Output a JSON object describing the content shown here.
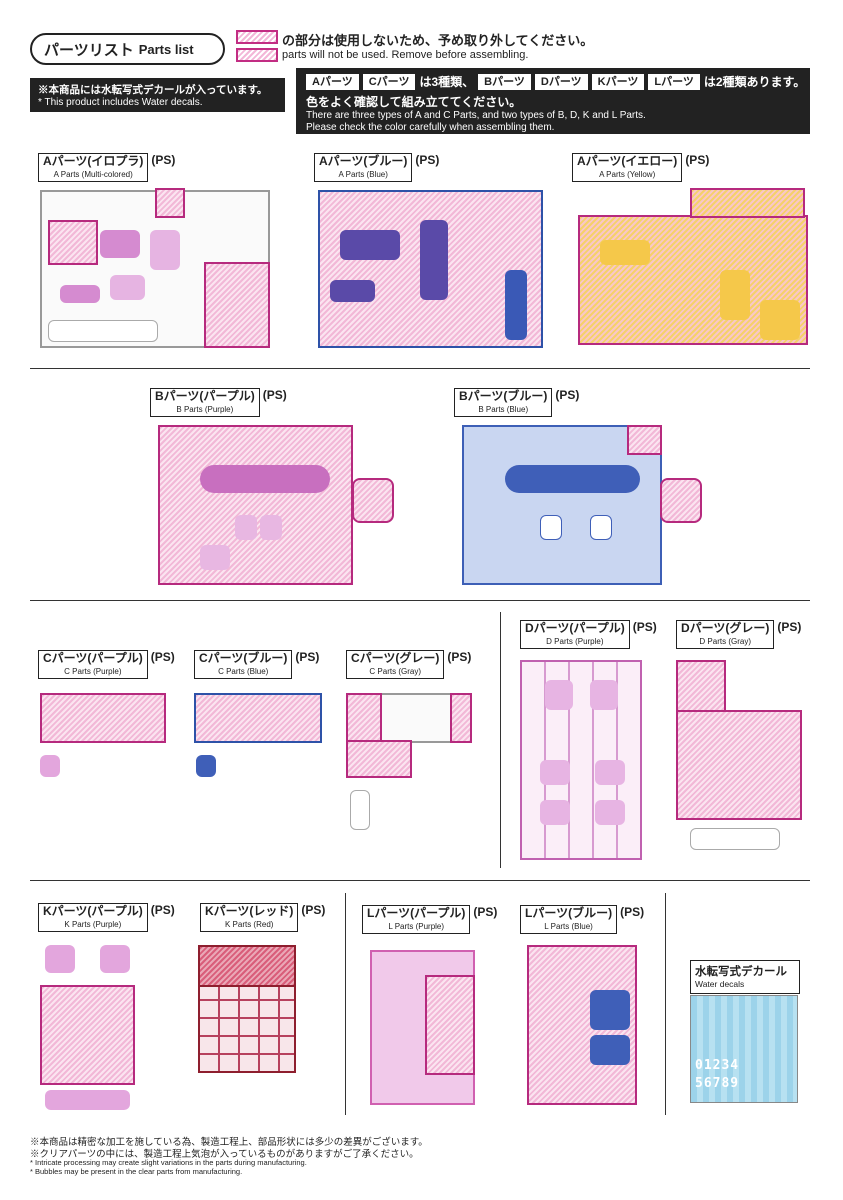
{
  "header": {
    "title_jp": "パーツリスト",
    "title_en": "Parts list",
    "legend_jp": "の部分は使用しないため、予め取り外してください。",
    "legend_en": "parts will not be used. Remove before assembling.",
    "water_note_jp": "※本商品には水転写式デカールが入っています。",
    "water_note_en": "* This product includes Water decals.",
    "type_chips": [
      "Aパーツ",
      "Cパーツ",
      "Bパーツ",
      "Dパーツ",
      "Kパーツ",
      "Lパーツ"
    ],
    "type_text_1": "は3種類、",
    "type_text_2": "は2種類あります。",
    "type_line2": "色をよく確認して組み立ててください。",
    "type_en_1": "There are three types of A and C Parts, and two types of B, D, K and L Parts.",
    "type_en_2": "Please check the color carefully when assembling them."
  },
  "ps": "(PS)",
  "sections": {
    "a1": {
      "jp": "Aパーツ(イロプラ)",
      "en": "A Parts (Multi-colored)"
    },
    "a2": {
      "jp": "Aパーツ(ブルー)",
      "en": "A Parts (Blue)"
    },
    "a3": {
      "jp": "Aパーツ(イエロー)",
      "en": "A Parts (Yellow)"
    },
    "b1": {
      "jp": "Bパーツ(パープル)",
      "en": "B Parts (Purple)"
    },
    "b2": {
      "jp": "Bパーツ(ブルー)",
      "en": "B Parts (Blue)"
    },
    "c1": {
      "jp": "Cパーツ(パープル)",
      "en": "C Parts (Purple)"
    },
    "c2": {
      "jp": "Cパーツ(ブルー)",
      "en": "C Parts (Blue)"
    },
    "c3": {
      "jp": "Cパーツ(グレー)",
      "en": "C Parts (Gray)"
    },
    "d1": {
      "jp": "Dパーツ(パープル)",
      "en": "D Parts (Purple)"
    },
    "d2": {
      "jp": "Dパーツ(グレー)",
      "en": "D Parts (Gray)"
    },
    "k1": {
      "jp": "Kパーツ(パープル)",
      "en": "K Parts (Purple)"
    },
    "k2": {
      "jp": "Kパーツ(レッド)",
      "en": "K Parts (Red)"
    },
    "l1": {
      "jp": "Lパーツ(パープル)",
      "en": "L Parts (Purple)"
    },
    "l2": {
      "jp": "Lパーツ(ブルー)",
      "en": "L Parts (Blue)"
    },
    "decal": {
      "jp": "水転写式デカール",
      "en": "Water decals"
    }
  },
  "decal_digits": [
    "01234",
    "56789"
  ],
  "footer": {
    "jp_1": "※本商品は精密な加工を施している為、製造工程上、部品形状には多少の差異がございます。",
    "jp_2": "※クリアパーツの中には、製造工程上気泡が入っているものがありますがご了承ください。",
    "en_1": "* Intricate processing may create slight variations in the parts during manufacturing.",
    "en_2": "* Bubbles may be present in the clear parts from manufacturing."
  },
  "colors": {
    "pink": "#b62a7e",
    "blue": "#2e52a8",
    "yellow": "#f5d16a",
    "red": "#8e1e2e",
    "ink": "#222222"
  }
}
